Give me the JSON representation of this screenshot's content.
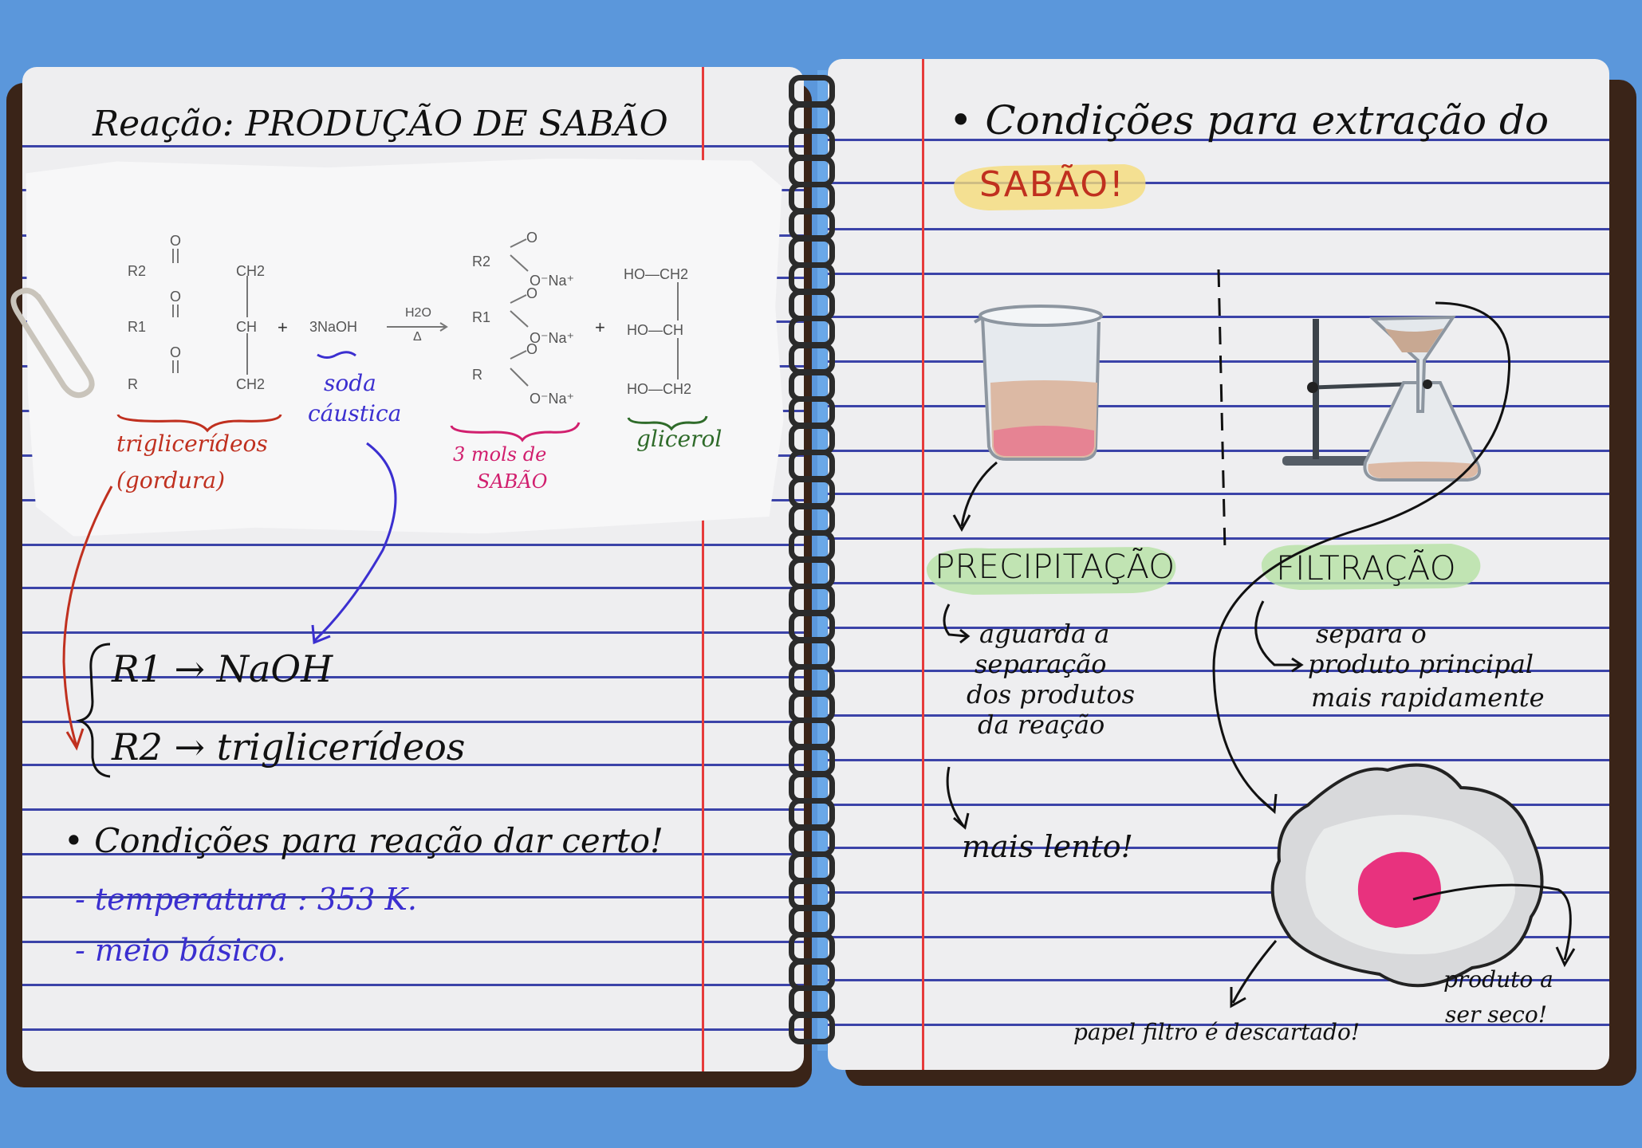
{
  "left": {
    "title": "Reação: PRODUÇÃO DE SABÃO",
    "reaction": {
      "reactant_rows": [
        {
          "r": "R2",
          "tail": "CH2"
        },
        {
          "r": "R1",
          "tail": "CH"
        },
        {
          "r": "R",
          "tail": "CH2"
        }
      ],
      "reagent": "3NaOH",
      "arrow_top": "H2O",
      "arrow_bottom": "Δ",
      "product_rows": [
        {
          "r": "R2",
          "ion": "O⁻Na⁺"
        },
        {
          "r": "R1",
          "ion": "O⁻Na⁺"
        },
        {
          "r": "R",
          "ion": "O⁻Na⁺"
        }
      ],
      "glycerol_rows": [
        "HO—CH2",
        "HO—CH",
        "HO—CH2"
      ],
      "plus": "+",
      "oxygen": "O"
    },
    "labels": {
      "triglicerides": "triglicerídeos",
      "fat": "(gordura)",
      "soda": "soda",
      "caustic": "cáustica",
      "mols_line1": "3 mols de",
      "mols_line2": "SABÃO",
      "glicerol": "glicerol"
    },
    "mapping": [
      "R1 → NaOH",
      "R2 → triglicerídeos"
    ],
    "conditions_title": "• Condições para reação dar certo!",
    "conditions": [
      "- temperatura : 353 K.",
      "- meio básico."
    ]
  },
  "right": {
    "title_line1": "• Condições para extração do",
    "title_line2": "SABÃO!",
    "precipitation": {
      "label": "PRECIPITAÇÃO",
      "note": [
        "aguarda a",
        "separação",
        "dos produtos",
        "da reação"
      ],
      "result": "mais lento!"
    },
    "filtration": {
      "label": "FILTRAÇÃO",
      "note": [
        "separa o",
        "produto principal",
        "mais rapidamente"
      ]
    },
    "filter_paper_note": "papel filtro é descartado!",
    "product_note": [
      "produto a",
      "ser seco!"
    ]
  },
  "colors": {
    "background": "#5b97db",
    "page": "#eeeef0",
    "ruled_line": "#3b43a8",
    "margin_line": "#e63b3b",
    "red_note": "#c0301f",
    "blue_note": "#3b2fd0",
    "pink_note": "#d11f6e",
    "green_note": "#2f6b2a",
    "highlight_yellow": "#f5dc7a",
    "highlight_green": "#b9e2a8",
    "soap_pink": "#e8327e"
  },
  "icons": [
    "paperclip-icon",
    "spiral-binding-icon",
    "beaker-icon",
    "filtration-apparatus-icon",
    "filter-paper-icon"
  ]
}
